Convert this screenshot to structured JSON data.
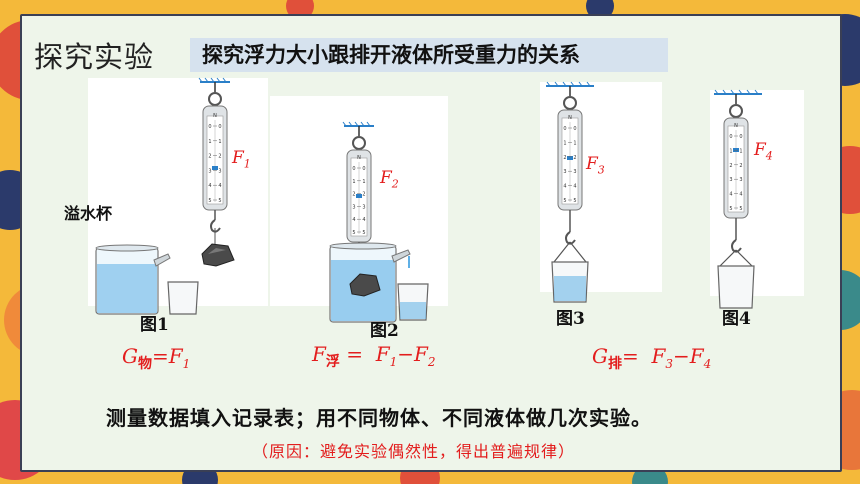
{
  "header": {
    "title": "探究实验",
    "subtitle": "探究浮力大小跟排开液体所受重力的关系"
  },
  "figures": {
    "fig1": {
      "caption": "图1",
      "force": "F",
      "force_sub": "1",
      "cup_label": "溢水杯"
    },
    "fig2": {
      "caption": "图2",
      "force": "F",
      "force_sub": "2"
    },
    "fig3": {
      "caption": "图3",
      "force": "F",
      "force_sub": "3"
    },
    "fig4": {
      "caption": "图4",
      "force": "F",
      "force_sub": "4"
    }
  },
  "formulas": {
    "f1": {
      "g": "G",
      "g_sub": "物",
      "rhs": "=F",
      "rhs_sub": "1"
    },
    "f2": {
      "f": "F",
      "f_sub": "浮",
      "eq": " =  F",
      "a_sub": "1",
      "minus": "−F",
      "b_sub": "2"
    },
    "f3": {
      "g": "G",
      "g_sub": "排",
      "eq": "=  F",
      "a_sub": "3",
      "minus": "−F",
      "b_sub": "4"
    }
  },
  "body": {
    "main_text": "测量数据填入记录表；用不同物体、不同液体做几次实验。",
    "note_text": "（原因：避免实验偶然性，得出普遍规律）"
  },
  "scale": {
    "unit": "N",
    "ticks": [
      "0",
      "1",
      "2",
      "3",
      "4",
      "5"
    ]
  },
  "colors": {
    "accent_red": "#e31d1d",
    "water": "#5fb0e6",
    "subtitle_bg": "#d6e2ee"
  }
}
